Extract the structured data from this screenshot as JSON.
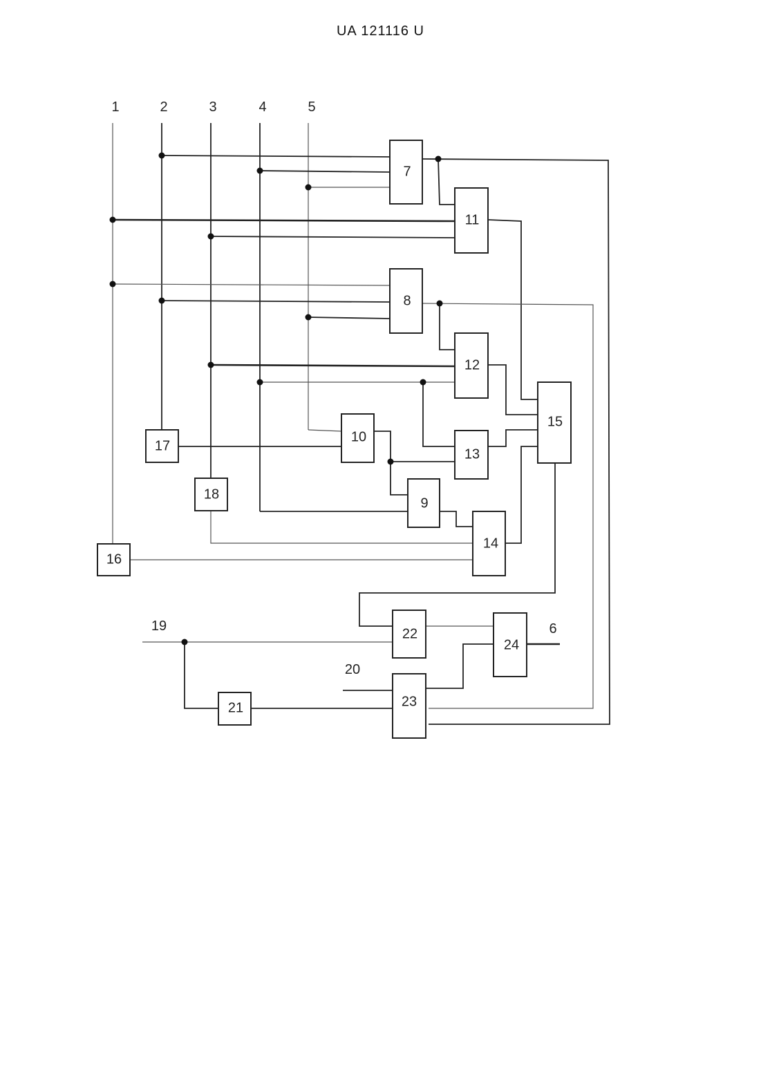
{
  "header": {
    "doc_number": "UA   121116   U"
  },
  "inputs": [
    "1",
    "2",
    "3",
    "4",
    "5"
  ],
  "blocks": [
    "7",
    "8",
    "9",
    "10",
    "11",
    "12",
    "13",
    "14",
    "15",
    "16",
    "17",
    "18",
    "21",
    "22",
    "23",
    "24"
  ],
  "terminals": {
    "t19": "19",
    "t20": "20",
    "t6": "6"
  }
}
